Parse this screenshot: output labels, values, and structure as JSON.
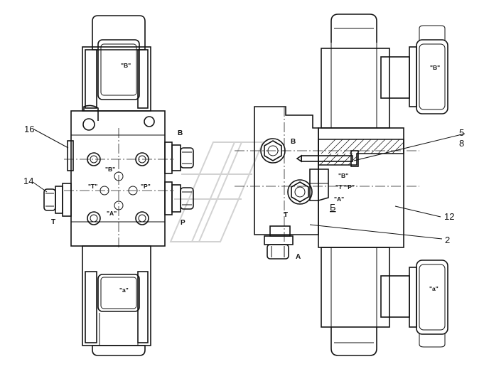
{
  "diagram": {
    "item_numbers": {
      "n16": "16",
      "n14": "14",
      "n5": "5",
      "n8": "8",
      "n12": "12",
      "n2": "2"
    },
    "left_view": {
      "coil_top": "\"B\"",
      "coil_bottom": "\"a\"",
      "port_B": "B",
      "port_T": "T",
      "port_P": "P",
      "face_B": "\"B\"",
      "face_T": "\"T\"",
      "face_P": "\"P\"",
      "face_A": "\"A\""
    },
    "right_view": {
      "coil_top": "\"B\"",
      "coil_bottom": "\"a\"",
      "port_B": "B",
      "port_T": "T",
      "port_A": "A",
      "section_mark": "Б",
      "face_B": "\"B\"",
      "face_TP": "\"T\"\"P\"",
      "face_A": "\"A\""
    }
  }
}
